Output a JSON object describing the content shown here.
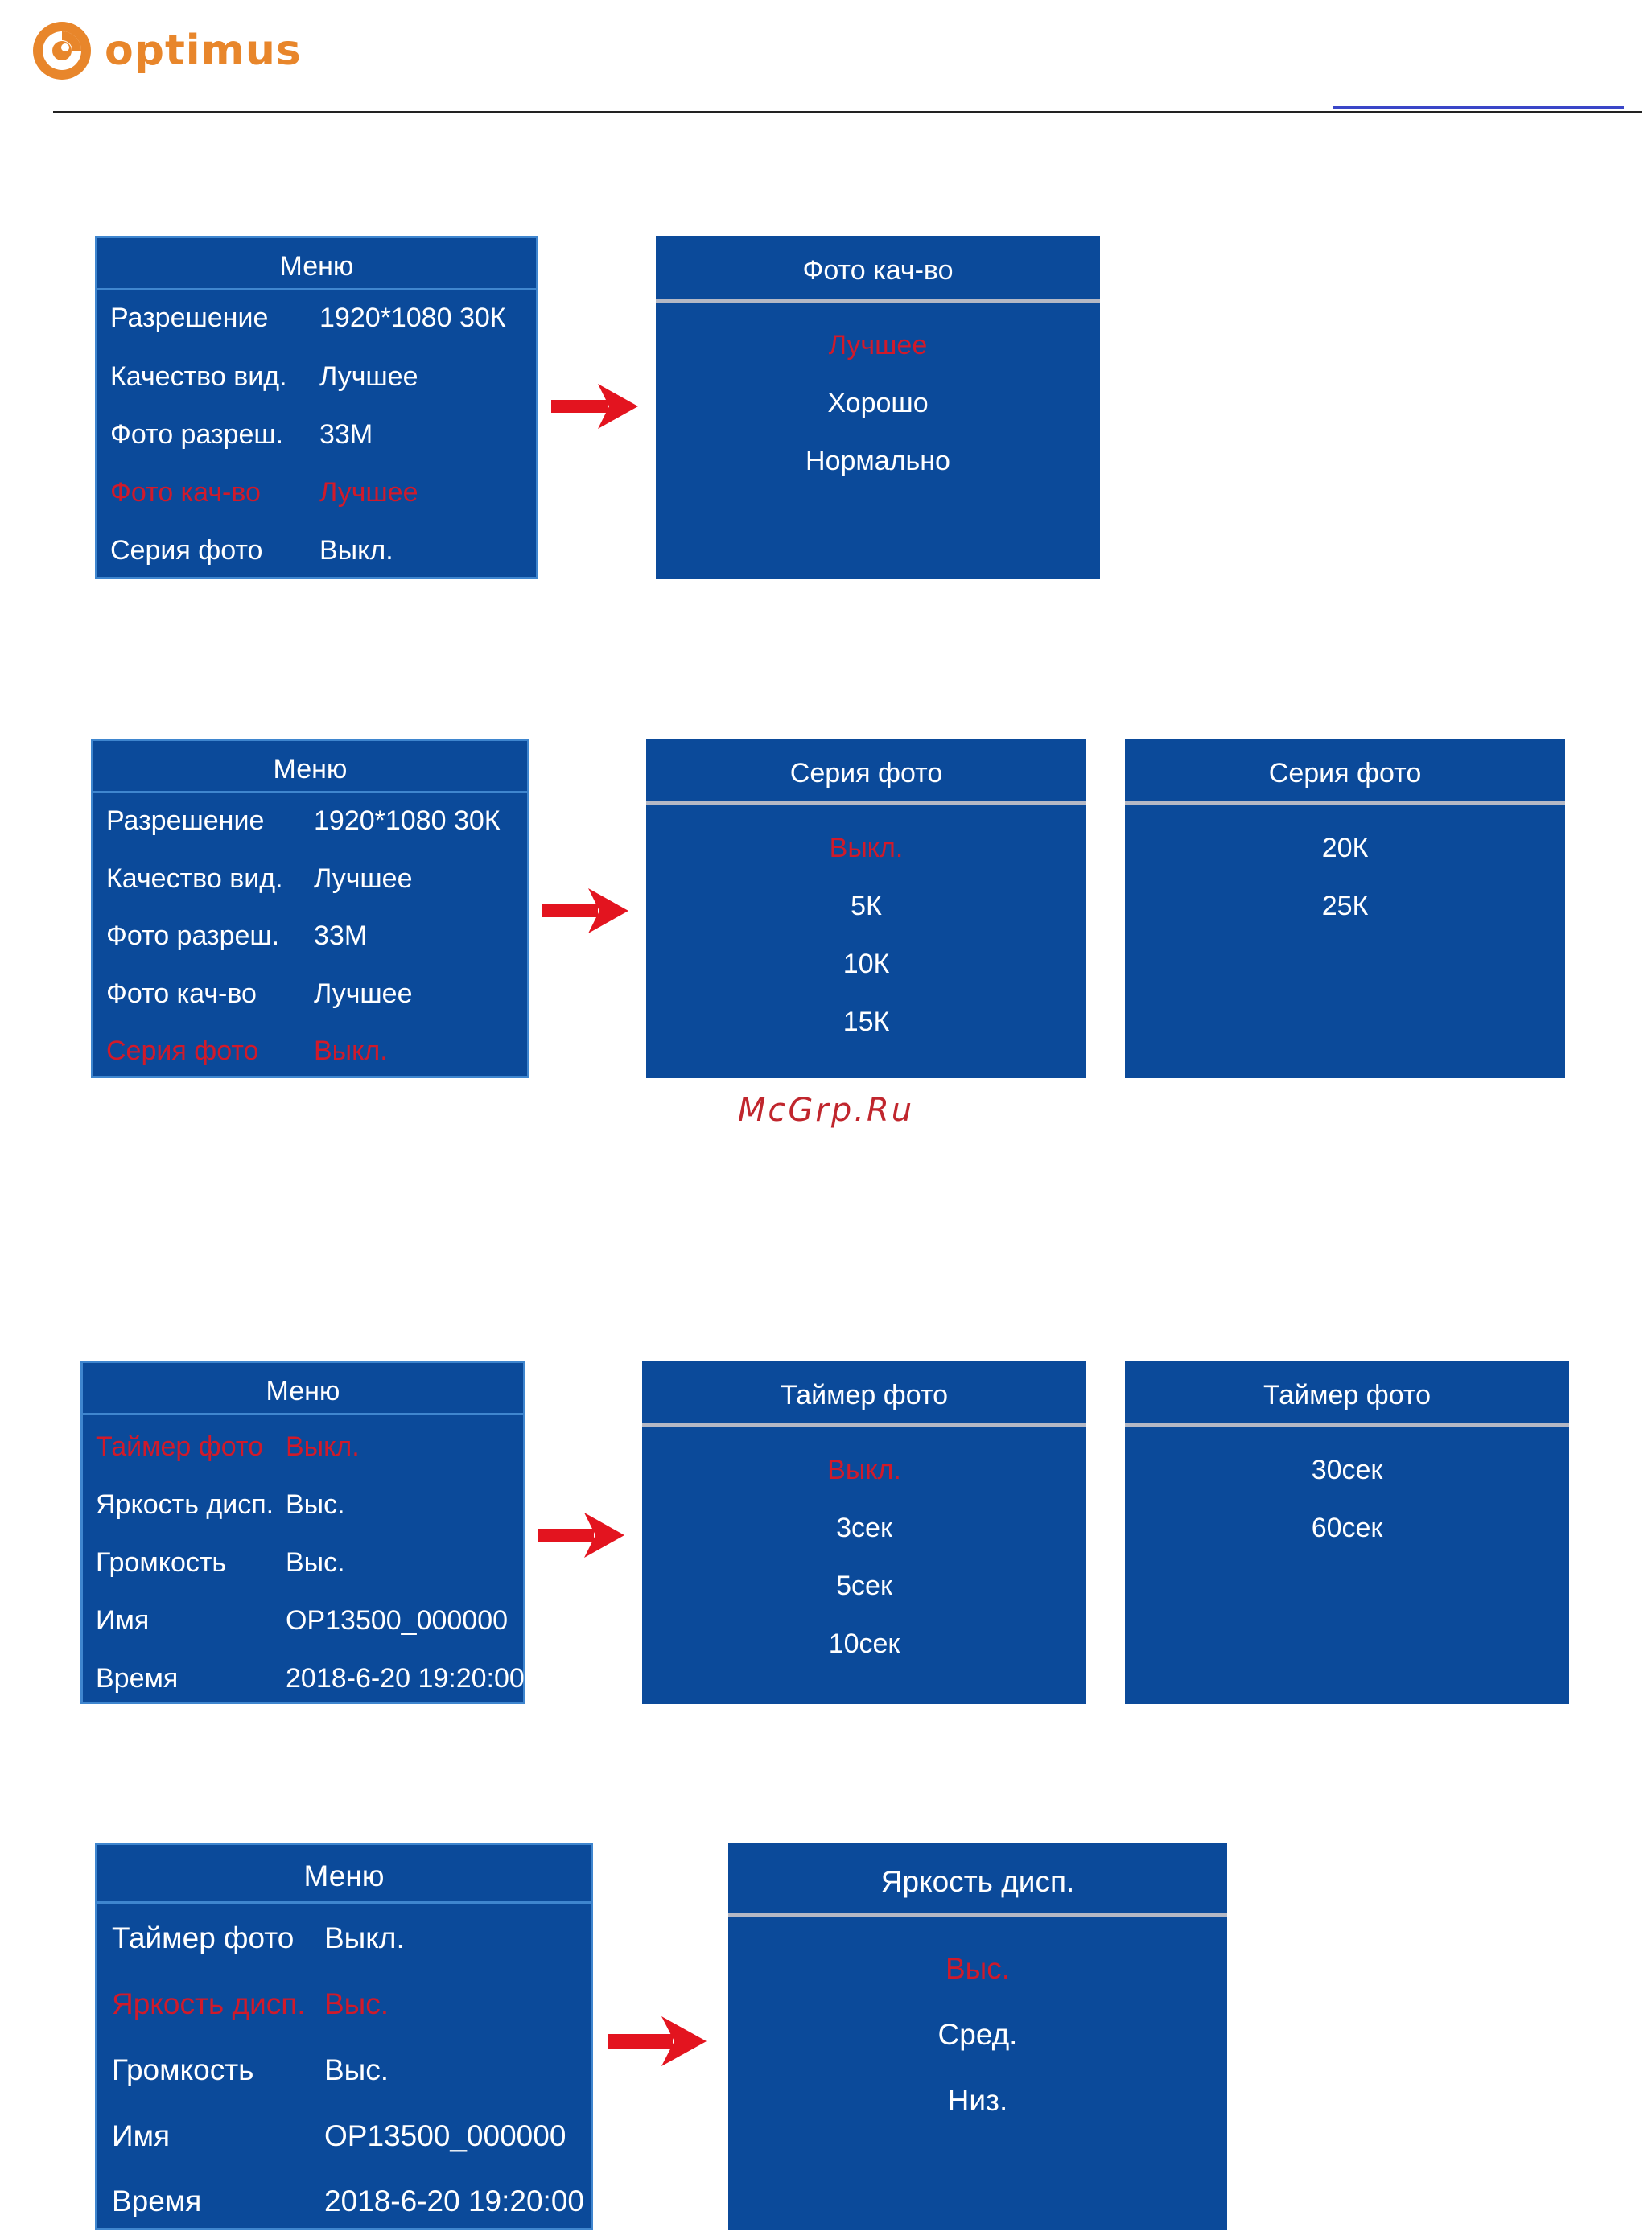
{
  "brand": {
    "name": "optimus",
    "logo_icon": "optimus-swirl-icon",
    "color": "#e8862b"
  },
  "colors": {
    "panel": "#0b4a9a",
    "highlight": "#d11a2a",
    "arrow": "#e3141f",
    "border": "#3f86cf"
  },
  "watermark": "McGrp.Ru",
  "sections": [
    {
      "menu": {
        "title": "Меню",
        "rows": [
          {
            "label": "Разрешение",
            "value": "1920*1080 30К"
          },
          {
            "label": "Качество вид.",
            "value": "Лучшее"
          },
          {
            "label": "Фото разреш.",
            "value": "33М"
          },
          {
            "label": "Фото кач-во",
            "value": "Лучшее",
            "selected": true
          },
          {
            "label": "Серия фото",
            "value": "Выкл."
          }
        ]
      },
      "submenus": [
        {
          "title": "Фото кач-во",
          "options": [
            "Лучшее",
            "Хорошо",
            "Нормально"
          ],
          "selected_index": 0
        }
      ]
    },
    {
      "menu": {
        "title": "Меню",
        "rows": [
          {
            "label": "Разрешение",
            "value": "1920*1080 30К"
          },
          {
            "label": "Качество вид.",
            "value": "Лучшее"
          },
          {
            "label": "Фото разреш.",
            "value": "33М"
          },
          {
            "label": "Фото кач-во",
            "value": "Лучшее"
          },
          {
            "label": "Серия фото",
            "value": "Выкл.",
            "selected": true
          }
        ]
      },
      "submenus": [
        {
          "title": "Серия фото",
          "options": [
            "Выкл.",
            "5К",
            "10К",
            "15К"
          ],
          "selected_index": 0
        },
        {
          "title": "Серия фото",
          "options": [
            "20К",
            "25К"
          ],
          "selected_index": -1
        }
      ]
    },
    {
      "menu": {
        "title": "Меню",
        "rows": [
          {
            "label": "Таймер фото",
            "value": "Выкл.",
            "selected": true
          },
          {
            "label": "Яркость дисп.",
            "value": "Выс."
          },
          {
            "label": "Громкость",
            "value": "Выс."
          },
          {
            "label": "Имя",
            "value": "OP13500_000000"
          },
          {
            "label": "Время",
            "value": "2018-6-20 19:20:00"
          }
        ]
      },
      "submenus": [
        {
          "title": "Таймер фото",
          "options": [
            "Выкл.",
            "3сек",
            "5сек",
            "10сек"
          ],
          "selected_index": 0
        },
        {
          "title": "Таймер фото",
          "options": [
            "30сек",
            "60сек"
          ],
          "selected_index": -1
        }
      ]
    },
    {
      "menu": {
        "title": "Меню",
        "rows": [
          {
            "label": "Таймер фото",
            "value": "Выкл."
          },
          {
            "label": "Яркость дисп.",
            "value": "Выс.",
            "selected": true
          },
          {
            "label": "Громкость",
            "value": "Выс."
          },
          {
            "label": "Имя",
            "value": "OP13500_000000"
          },
          {
            "label": "Время",
            "value": "2018-6-20 19:20:00"
          }
        ]
      },
      "submenus": [
        {
          "title": "Яркость дисп.",
          "options": [
            "Выс.",
            "Сред.",
            "Низ."
          ],
          "selected_index": 0
        }
      ]
    }
  ]
}
